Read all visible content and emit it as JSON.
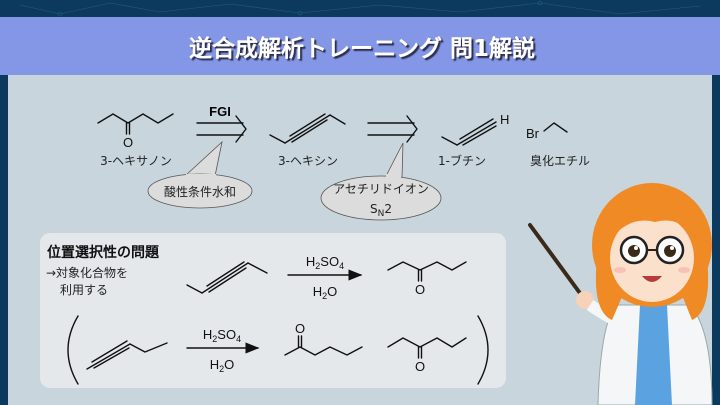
{
  "slide": {
    "title": "逆合成解析トレーニング 問1解説",
    "colors": {
      "background": "#0c3a5e",
      "title_bar": "#8496e6",
      "panel": "#c9d5dd",
      "box": "#e4e8eb"
    }
  },
  "retrosynthesis": {
    "target_label": "3-ヘキサノン",
    "fgi_label": "FGI",
    "intermediate_label": "3-ヘキシン",
    "product1_label": "1-ブチン",
    "product2_label": "臭化エチル",
    "atoms": {
      "oxygen": "O",
      "hydrogen": "H",
      "bromine": "Br"
    },
    "callout1": "酸性条件水和",
    "callout2_line1": "アセチリドイオン",
    "callout2_sn": [
      "S",
      "N",
      "2"
    ]
  },
  "regioselectivity": {
    "heading": "位置選択性の問題",
    "note_line1": "→対象化合物を",
    "note_line2": "利用する",
    "reagent_top": [
      "H",
      "2",
      "SO",
      "4"
    ],
    "reagent_bottom": [
      "H",
      "2",
      "O"
    ],
    "oxygen": "O"
  }
}
